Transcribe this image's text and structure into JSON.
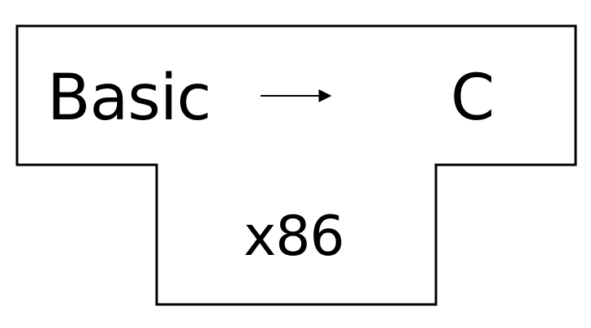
{
  "diagram": {
    "source_language": "Basic",
    "target_language": "C",
    "implementation_language": "x86"
  },
  "colors": {
    "stroke": "#000000",
    "text": "#000000",
    "background": "#ffffff"
  }
}
